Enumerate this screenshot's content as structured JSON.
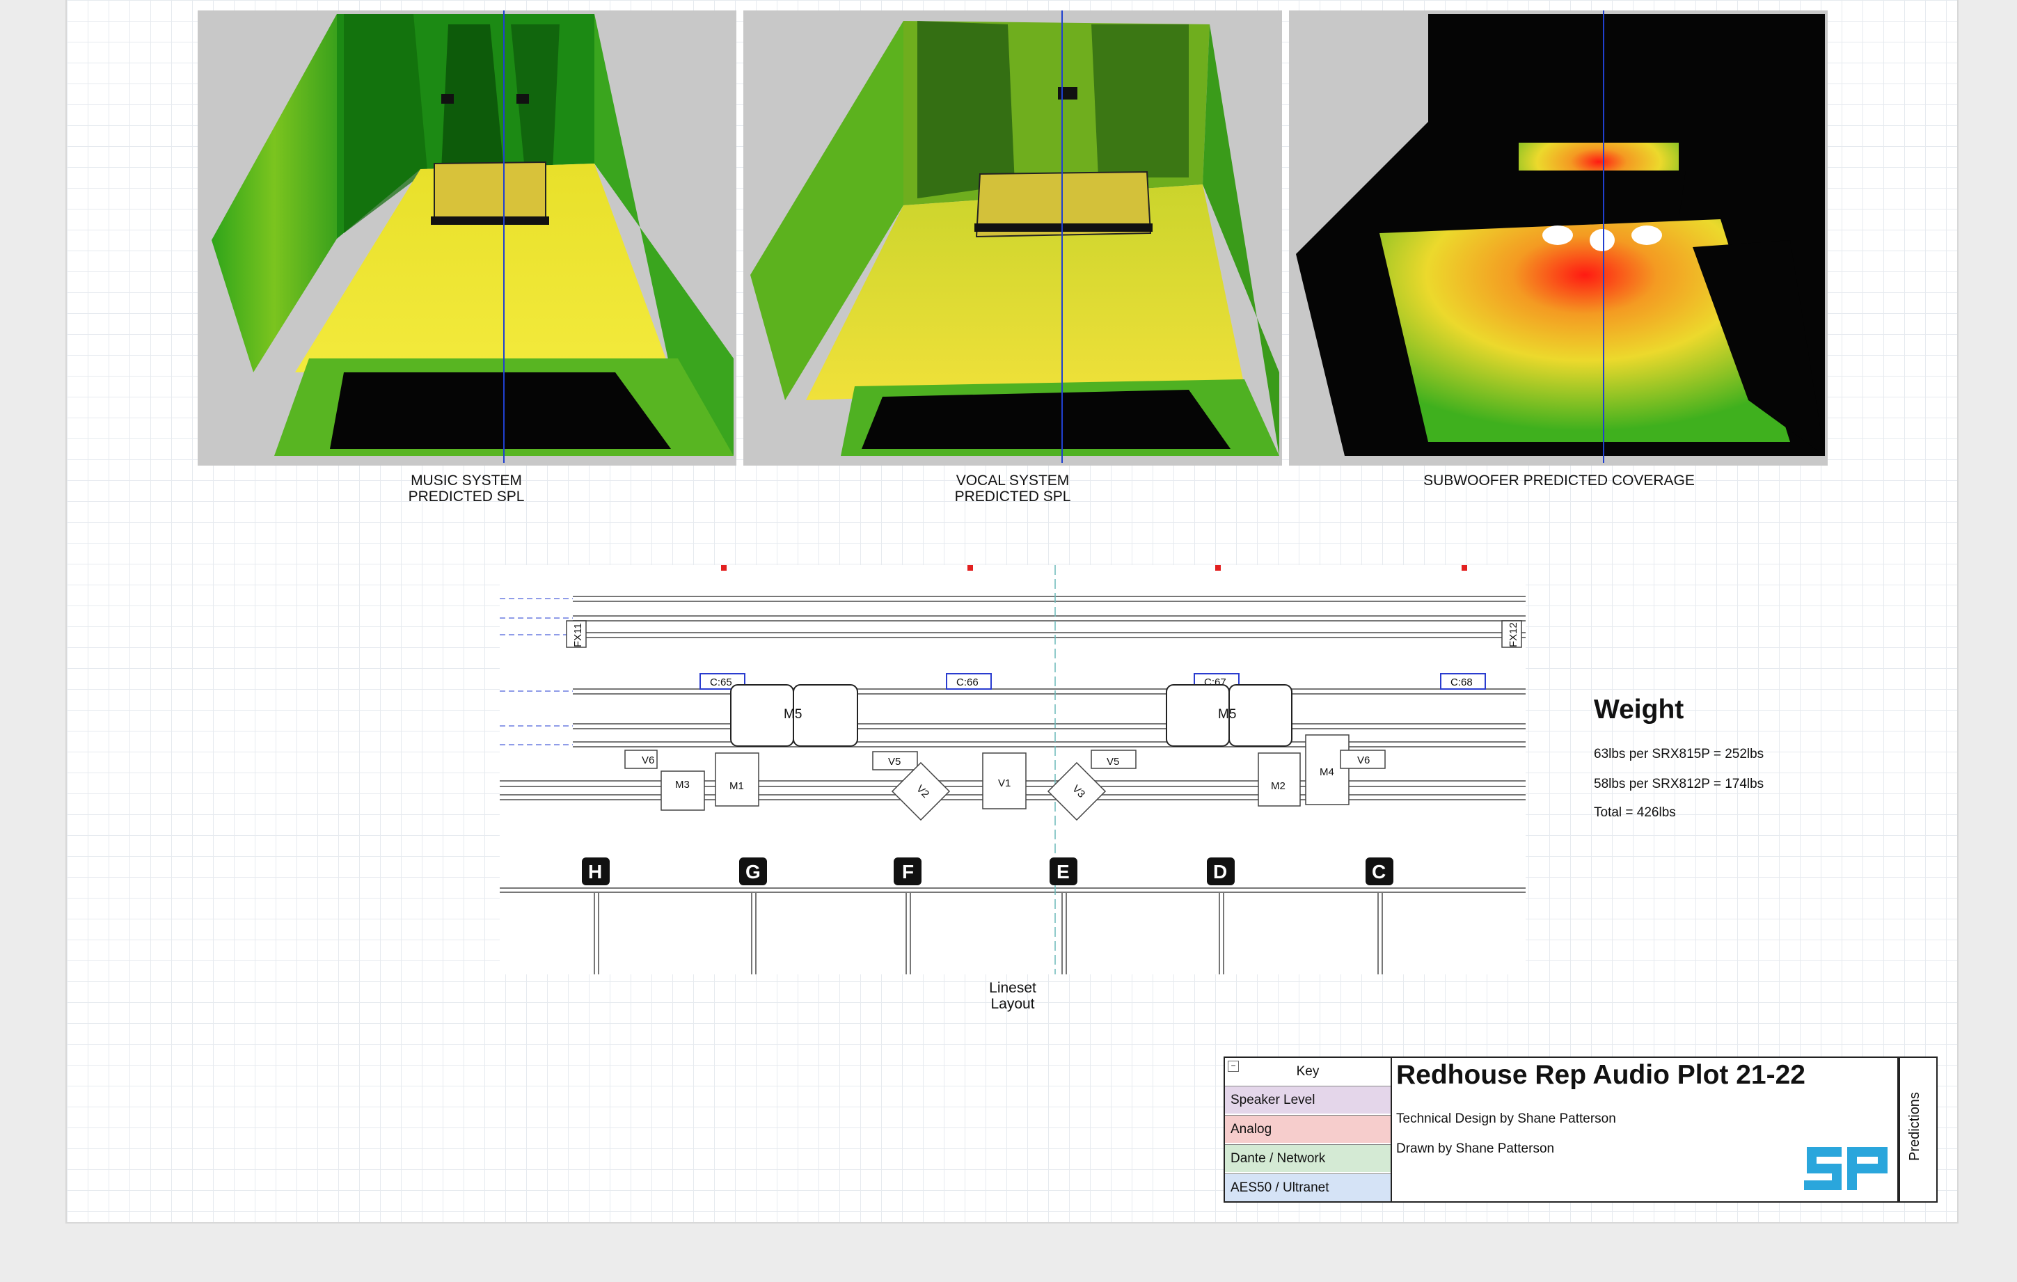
{
  "predictions": [
    {
      "caption_line1": "MUSIC SYSTEM",
      "caption_line2": "PREDICTED SPL"
    },
    {
      "caption_line1": "VOCAL SYSTEM",
      "caption_line2": "PREDICTED SPL"
    },
    {
      "caption_line1": "SUBWOOFER PREDICTED COVERAGE",
      "caption_line2": ""
    }
  ],
  "lineset": {
    "caption": "Lineset Layout",
    "fx_labels": [
      "FX11",
      "FX12"
    ],
    "circuit_labels": [
      "C:65",
      "C:66",
      "C:67",
      "C:68"
    ],
    "speaker_labels": [
      "M5",
      "M5",
      "V6",
      "M3",
      "M1",
      "V5",
      "V2",
      "V1",
      "V3",
      "V5",
      "M2",
      "M4",
      "V6"
    ],
    "columns": [
      "H",
      "G",
      "F",
      "E",
      "D",
      "C"
    ]
  },
  "weight": {
    "title": "Weight",
    "lines": [
      "63lbs per SRX815P = 252lbs",
      "58lbs per SRX812P = 174lbs",
      "Total = 426lbs"
    ]
  },
  "key": {
    "title": "Key",
    "items": [
      {
        "label": "Speaker Level",
        "color": "#e4d6ea"
      },
      {
        "label": "Analog",
        "color": "#f6cdcc"
      },
      {
        "label": "Dante / Network",
        "color": "#d4ead4"
      },
      {
        "label": "AES50 / Ultranet",
        "color": "#d5e3f6"
      }
    ]
  },
  "title_block": {
    "title": "Redhouse Rep Audio Plot 21-22",
    "technical_design": "Technical Design by Shane Patterson",
    "drawn_by": "Drawn by Shane Patterson",
    "sheet_name": "Predictions",
    "logo_text": "SP",
    "logo_color": "#2aa6dc"
  }
}
